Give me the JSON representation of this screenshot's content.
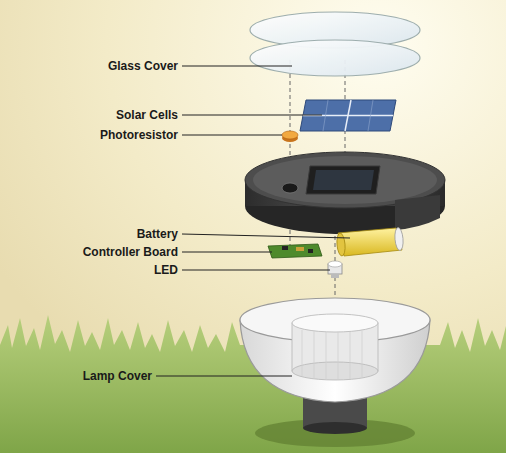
{
  "diagram": {
    "labels": [
      "Glass Cover",
      "Solar Cells",
      "Photoresistor",
      "Battery",
      "Controller Board",
      "LED",
      "Lamp Cover"
    ]
  }
}
